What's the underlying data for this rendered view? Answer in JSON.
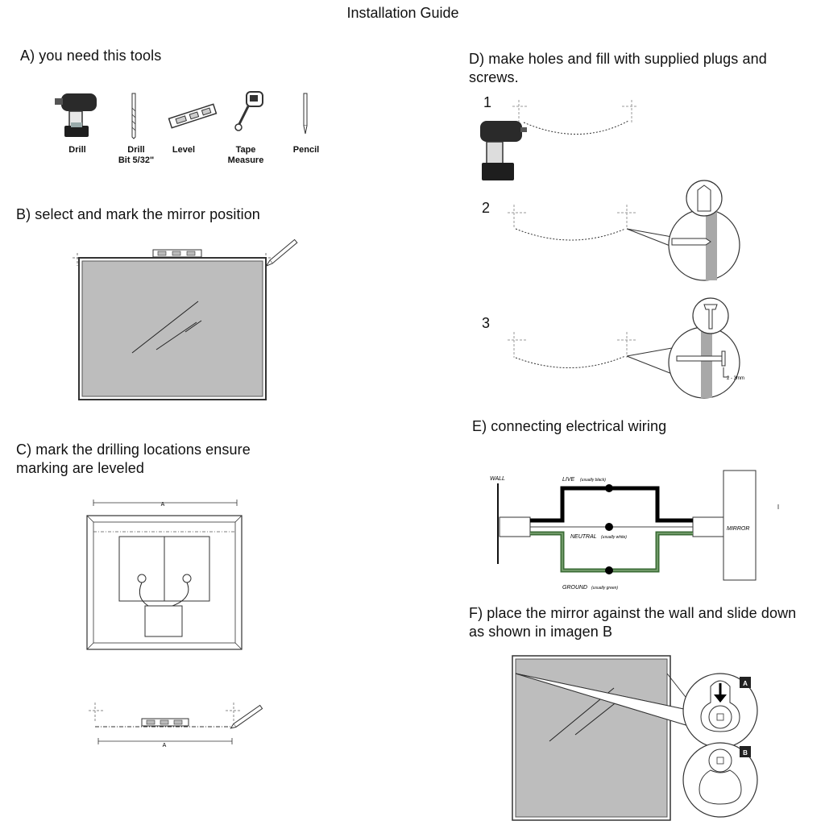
{
  "title": "Installation Guide",
  "sections": {
    "a": {
      "heading": "A) you need this tools",
      "tools": [
        {
          "label": "Drill",
          "icon": "drill-icon"
        },
        {
          "label": "Drill\nBit 5/32\"",
          "icon": "drill-bit-icon"
        },
        {
          "label": "Level",
          "icon": "level-icon"
        },
        {
          "label": "Tape\nMeasure",
          "icon": "tape-measure-icon"
        },
        {
          "label": "Pencil",
          "icon": "pencil-icon"
        }
      ]
    },
    "b": {
      "heading": "B) select and mark the mirror position"
    },
    "c": {
      "heading": "C) mark the drilling locations ensure marking are leveled",
      "dim_label": "A"
    },
    "d": {
      "heading": "D) make holes and fill with supplied plugs and screws.",
      "steps": [
        "1",
        "2",
        "3"
      ],
      "gap_label": "2 - 3mm"
    },
    "e": {
      "heading": "E) connecting electrical wiring",
      "labels": {
        "wall": "WALL",
        "live": "LIVE",
        "live_note": "(usually black)",
        "neutral": "NEUTRAL",
        "neutral_note": "(usually white)",
        "ground": "GROUND",
        "ground_note": "(usually green)",
        "mirror": "MIRROR"
      },
      "colors": {
        "live": "#000000",
        "neutral": "#ffffff",
        "ground": "#3a6b35"
      }
    },
    "f": {
      "heading": "F) place the mirror against the wall and slide down as shown in imagen B",
      "badge_a": "A",
      "badge_b": "B"
    }
  }
}
